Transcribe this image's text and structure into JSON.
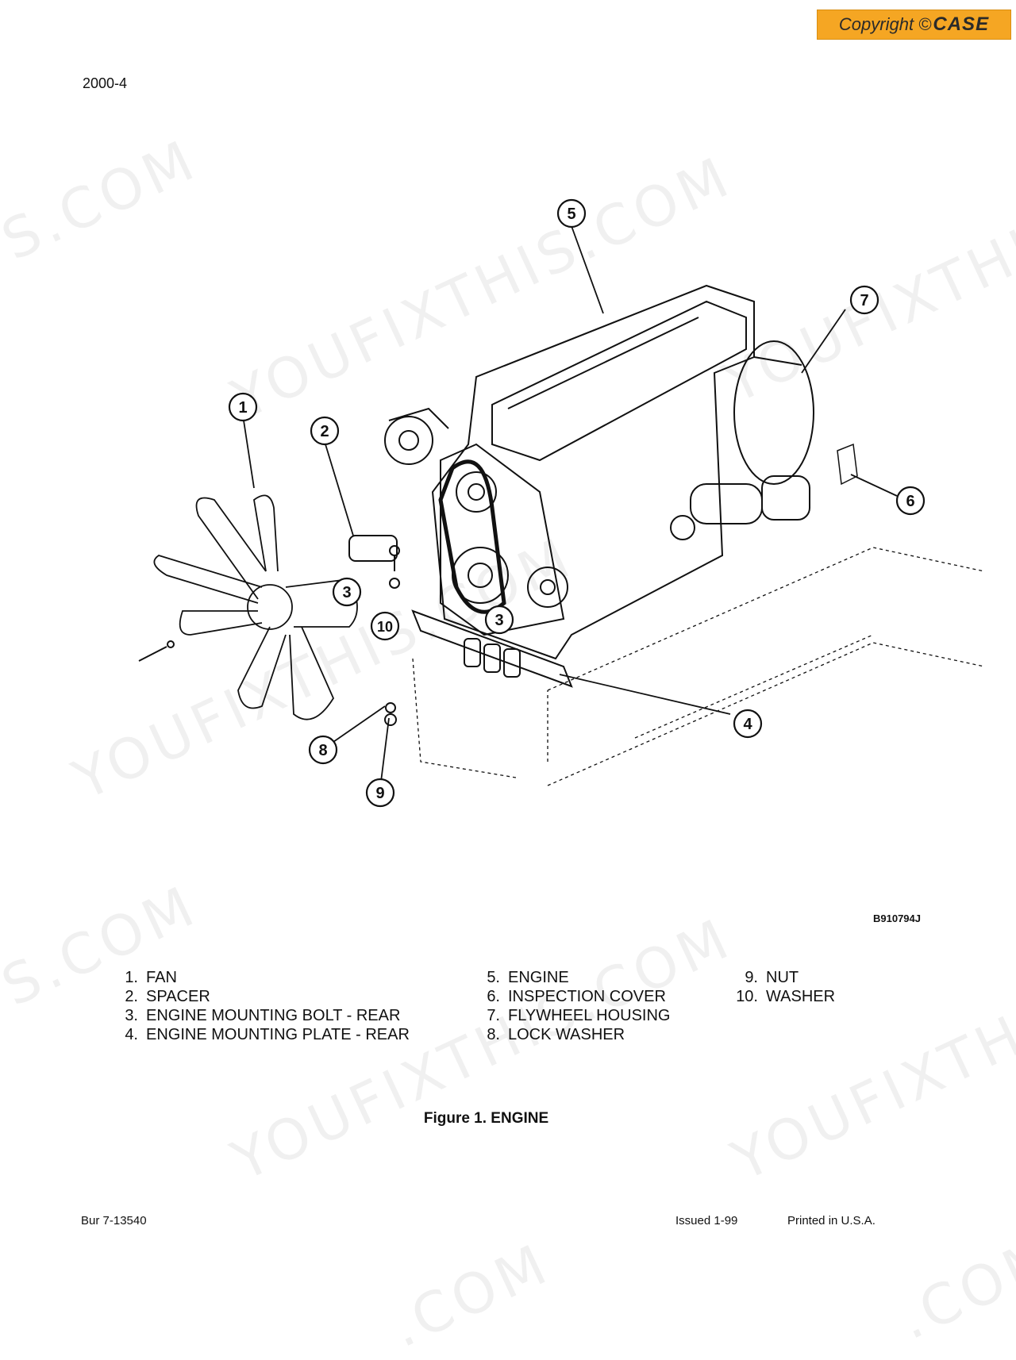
{
  "header": {
    "copyright_text": "Copyright ©",
    "copyright_brand": "CASE",
    "page_number": "2000-4"
  },
  "figure": {
    "code": "B910794J",
    "caption": "Figure 1. ENGINE",
    "callouts": [
      "1",
      "2",
      "3",
      "3",
      "4",
      "5",
      "6",
      "7",
      "8",
      "9",
      "10"
    ]
  },
  "legend": {
    "col1": [
      {
        "num": "1.",
        "label": "FAN"
      },
      {
        "num": "2.",
        "label": "SPACER"
      },
      {
        "num": "3.",
        "label": "ENGINE MOUNTING BOLT - REAR"
      },
      {
        "num": "4.",
        "label": "ENGINE MOUNTING PLATE - REAR"
      }
    ],
    "col2": [
      {
        "num": "5.",
        "label": "ENGINE"
      },
      {
        "num": "6.",
        "label": "INSPECTION COVER"
      },
      {
        "num": "7.",
        "label": "FLYWHEEL HOUSING"
      },
      {
        "num": "8.",
        "label": "LOCK WASHER"
      }
    ],
    "col3": [
      {
        "num": "9.",
        "label": "NUT"
      },
      {
        "num": "10.",
        "label": "WASHER"
      }
    ]
  },
  "footer": {
    "doc_number": "Bur 7-13540",
    "issued": "Issued 1-99",
    "printed": "Printed in U.S.A."
  },
  "watermarks": [
    "S.COM",
    "YOUFIXTHIS.COM",
    "YOUFIXTHIS",
    "YOUFIXTHIS.COM",
    "S.COM",
    "YOUFIXTHIS.COM",
    "YOUFIXTHIS",
    ".COM",
    ".COM"
  ]
}
